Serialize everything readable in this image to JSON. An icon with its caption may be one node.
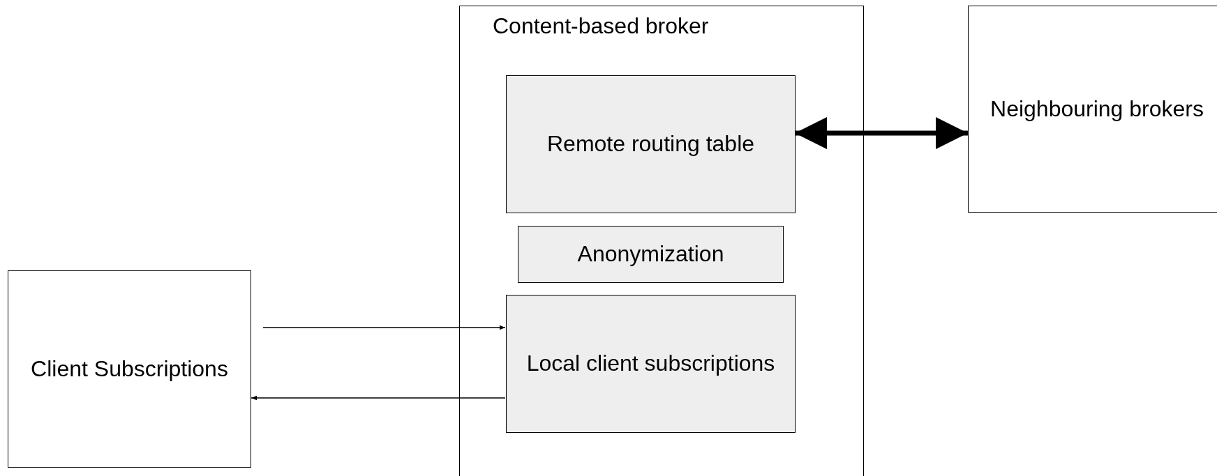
{
  "diagram": {
    "nodes": [
      {
        "text": [
          "Client Subscriptions"
        ]
      },
      {
        "text": [
          "Content-based broker"
        ]
      },
      {
        "text": [
          "Remote routing table"
        ],
        "in": 1
      },
      {
        "text": [
          "Anonymization"
        ],
        "in": 1
      },
      {
        "text": [
          "Local client subscriptions"
        ],
        "in": 1
      },
      {
        "text": [
          "Neighbouring brokers"
        ]
      }
    ],
    "edges": [
      {
        "from": 0,
        "to": 4,
        "arrow": "to"
      },
      {
        "from": 4,
        "to": 0,
        "arrow": "to"
      },
      {
        "from": 2,
        "to": 5,
        "arrow": "both",
        "style": "thick"
      }
    ]
  }
}
